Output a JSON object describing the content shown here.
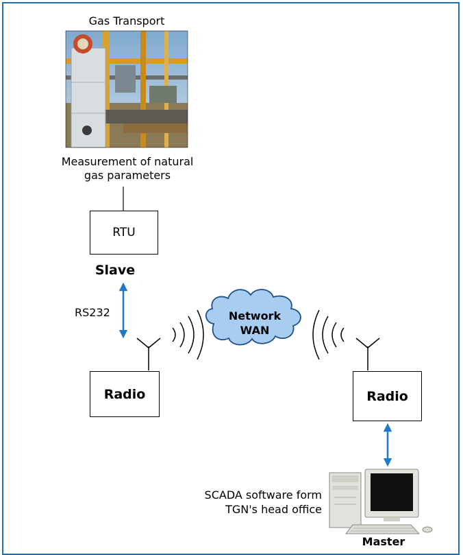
{
  "site_photo": {
    "caption": "Gas Transport",
    "description_line1": "Measurement of natural",
    "description_line2": "gas parameters"
  },
  "slave": {
    "rtu_label": "RTU",
    "role_label": "Slave",
    "link_label": "RS232",
    "radio_label": "Radio"
  },
  "network": {
    "line1": "Network",
    "line2": "WAN"
  },
  "master": {
    "radio_label": "Radio",
    "software_line1": "SCADA software form",
    "software_line2": "TGN's head office",
    "role_label": "Master"
  },
  "colors": {
    "frame": "#1f6fb2",
    "arrow": "#1f78c8",
    "cloud_fill": "#a9cdf0",
    "cloud_stroke": "#1b4f8a"
  }
}
